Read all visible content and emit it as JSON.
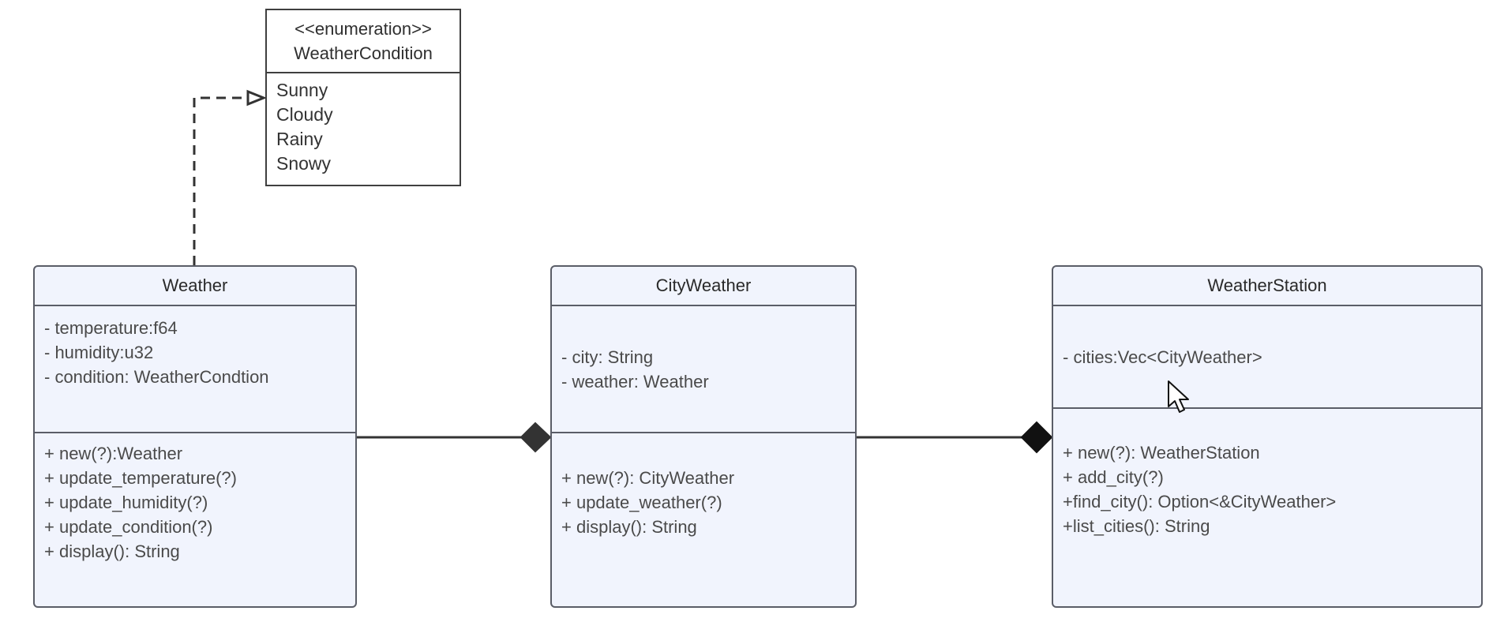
{
  "enumeration": {
    "stereotype": "<<enumeration>>",
    "name": "WeatherCondition",
    "values": [
      "Sunny",
      "Cloudy",
      "Rainy",
      "Snowy"
    ]
  },
  "classes": {
    "weather": {
      "name": "Weather",
      "attributes": [
        "- temperature:f64",
        "- humidity:u32",
        "- condition: WeatherCondtion"
      ],
      "methods": [
        "+ new(?):Weather",
        "+ update_temperature(?)",
        "+ update_humidity(?)",
        "+ update_condition(?)",
        "+ display(): String"
      ]
    },
    "city_weather": {
      "name": "CityWeather",
      "attributes": [
        "- city: String",
        "- weather: Weather"
      ],
      "methods": [
        "+ new(?): CityWeather",
        "+ update_weather(?)",
        "+ display(): String"
      ]
    },
    "weather_station": {
      "name": "WeatherStation",
      "attributes": [
        "- cities:Vec<CityWeather>"
      ],
      "methods": [
        "+ new(?): WeatherStation",
        "+ add_city(?)",
        "+find_city(): Option<&CityWeather>",
        "+list_cities(): String"
      ]
    }
  },
  "relationships": [
    {
      "type": "dependency",
      "from": "Weather",
      "to": "WeatherCondition"
    },
    {
      "type": "composition",
      "from": "Weather",
      "to": "CityWeather"
    },
    {
      "type": "composition",
      "from": "CityWeather",
      "to": "WeatherStation"
    }
  ],
  "colors": {
    "class_fill": "#f1f4fd",
    "class_border": "#5a5d67",
    "edge": "#333333",
    "text": "#3a3a3a"
  },
  "cursor_icon": "mouse-pointer-icon"
}
